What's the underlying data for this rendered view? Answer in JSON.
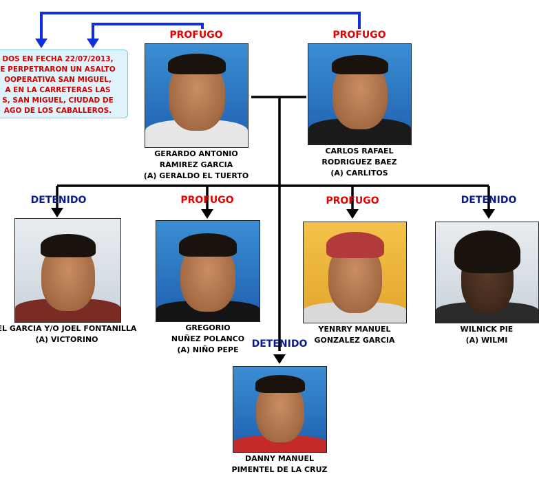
{
  "info_box": {
    "lines": [
      "DOS EN FECHA 22/07/2013,",
      "E PERPETRARON UN ASALTO",
      "OOPERATIVA SAN MIGUEL,",
      "A EN LA CARRETERAS LAS",
      "S, SAN MIGUEL, CIUDAD DE",
      "AGO DE LOS CABALLEROS."
    ]
  },
  "colors": {
    "profugo": "#e40000",
    "detenido": "#0a1a8c",
    "connector_blue": "#1030e0",
    "connector_black": "#000000"
  },
  "people": {
    "gerardo": {
      "status": "PROFUGO",
      "name_lines": [
        "GERARDO ANTONIO",
        "RAMIREZ GARCIA",
        "(A) GERALDO EL TUERTO"
      ]
    },
    "carlos": {
      "status": "PROFUGO",
      "name_lines": [
        "CARLOS RAFAEL",
        "RODRIGUEZ BAEZ",
        "(A) CARLITOS"
      ]
    },
    "joel": {
      "status": "DETENIDO",
      "name_lines": [
        "EL GARCIA Y/O JOEL FONTANILLA",
        "(A) VICTORINO"
      ]
    },
    "gregorio": {
      "status": "PROFUGO",
      "name_lines": [
        "GREGORIO",
        "NUÑEZ POLANCO",
        "(A) NIÑO PEPE"
      ]
    },
    "yenrry": {
      "status": "PROFUGO",
      "name_lines": [
        "YENRRY MANUEL",
        "GONZALEZ GARCIA"
      ]
    },
    "wilnick": {
      "status": "DETENIDO",
      "name_lines": [
        "WILNICK PIE",
        "(A) WILMI"
      ]
    },
    "danny": {
      "status": "DETENIDO",
      "name_lines": [
        "DANNY MANUEL",
        "PIMENTEL DE LA CRUZ"
      ]
    }
  }
}
